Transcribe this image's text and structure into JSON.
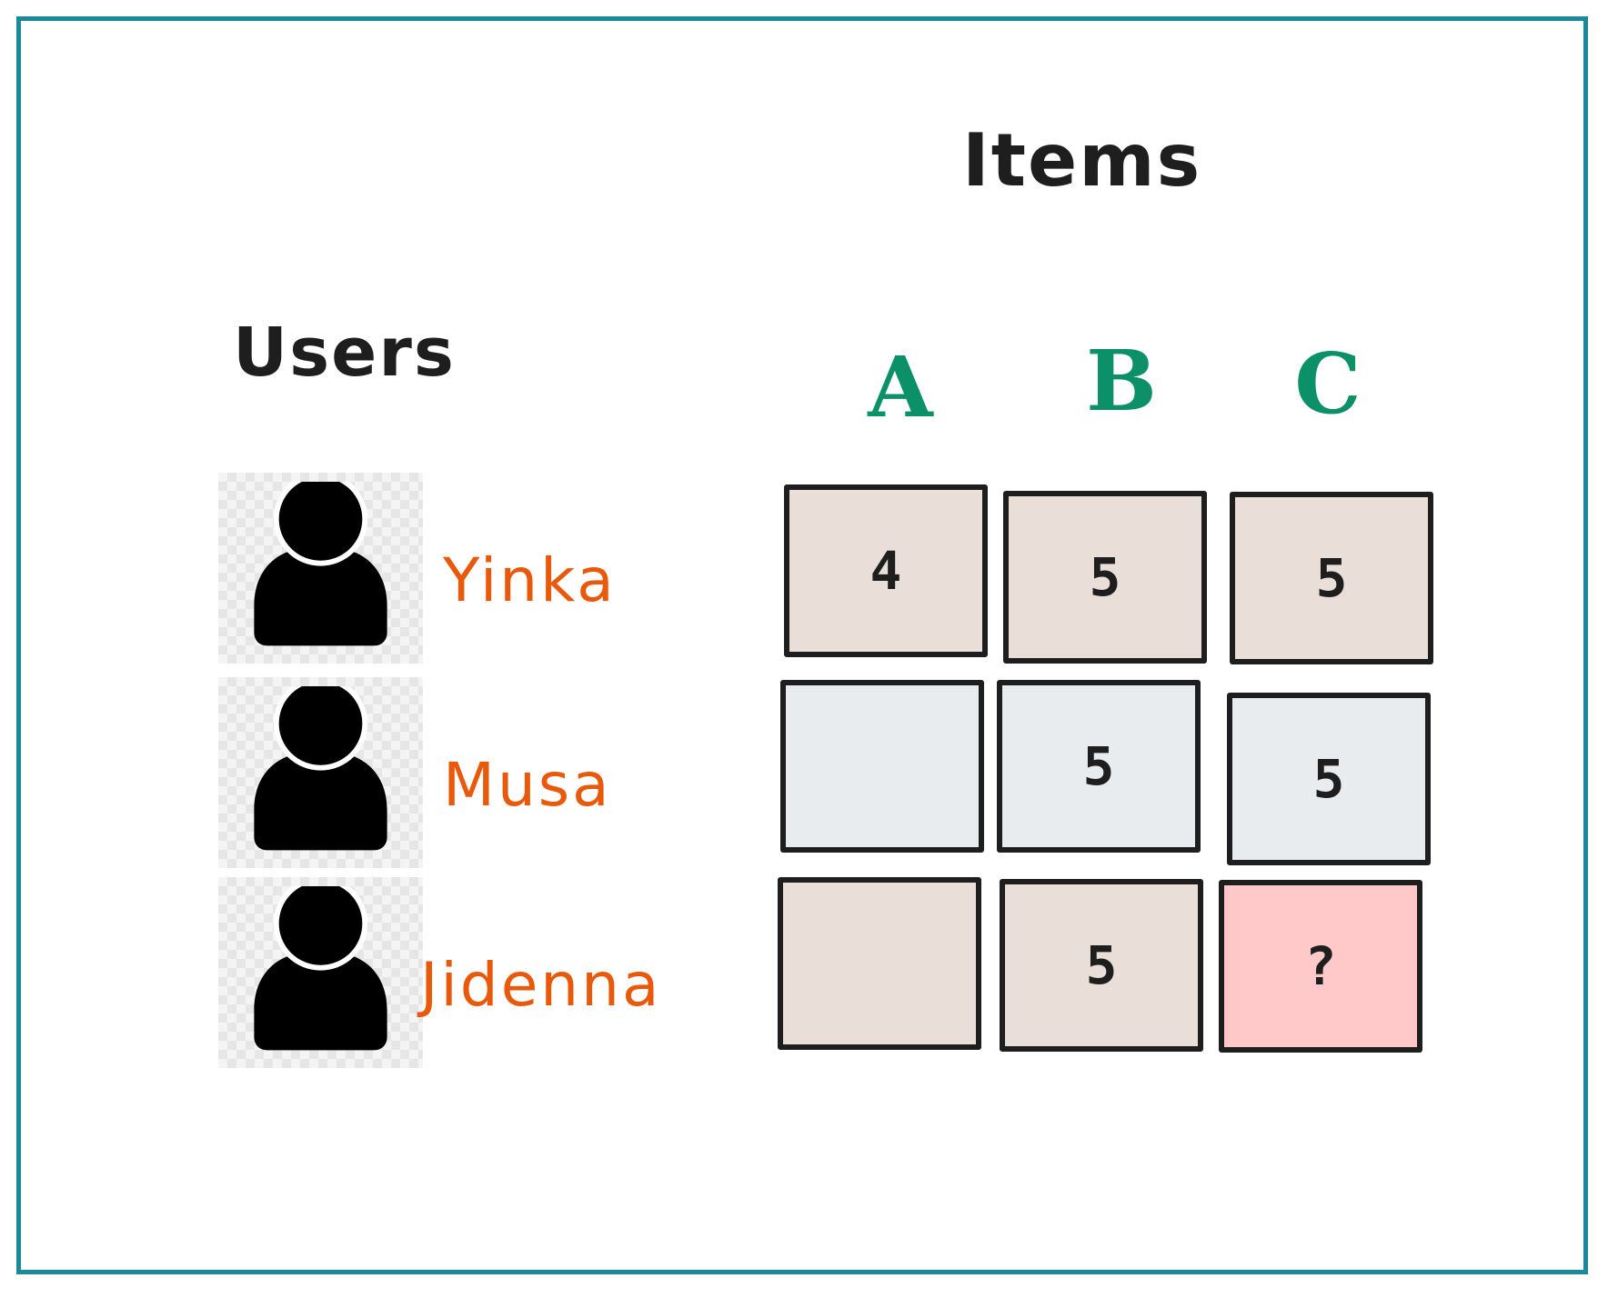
{
  "title": "Items",
  "users_label": "Users",
  "items": [
    "A",
    "B",
    "C"
  ],
  "users": [
    "Yinka",
    "Musa",
    "Jidenna"
  ],
  "ratings": [
    [
      "4",
      "5",
      "5"
    ],
    [
      "",
      "5",
      "5"
    ],
    [
      "",
      "5",
      "?"
    ]
  ],
  "colors": {
    "frame": "#1a8a9a",
    "item_label": "#0b9068",
    "user_name": "#e8590c",
    "cell_tan": "#eaded9",
    "cell_gray": "#e9ecee",
    "cell_query": "#ffc9c9",
    "ink": "#1e1e1e"
  },
  "icons": {
    "user": "user-silhouette-icon"
  }
}
